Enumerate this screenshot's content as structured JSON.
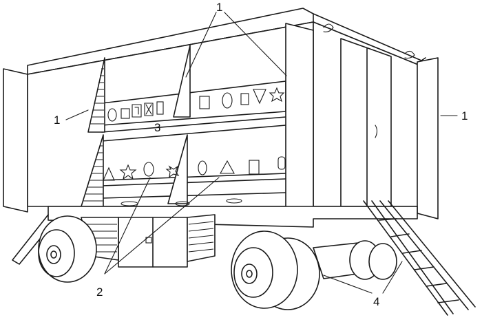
{
  "labels": {
    "panel_top": "1",
    "panel_left": "1",
    "panel_right": "1",
    "shelves": "3",
    "cabinet": "2",
    "wheel_base": "4"
  }
}
